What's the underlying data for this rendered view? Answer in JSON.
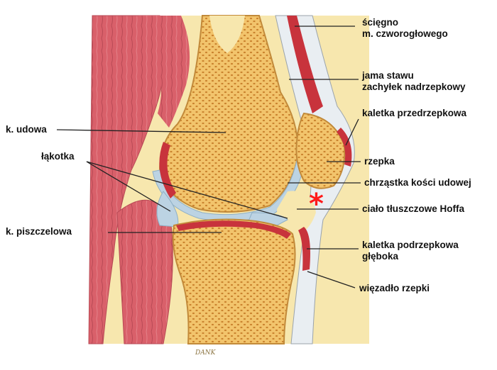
{
  "labels": {
    "tendon_line1": "ścięgno",
    "tendon_line2": "m. czworogłowego",
    "joint_cavity_line1": "jama stawu",
    "joint_cavity_line2": "zachyłek nadrzepkowy",
    "prepatellar_bursa": "kaletka przedrzepkowa",
    "femur": "k. udowa",
    "meniscus": "łąkotka",
    "patella": "rzepka",
    "femoral_cartilage": "chrząstka kości udowej",
    "hoffa_fat_pad": "ciało tłuszczowe Hoffa",
    "tibia": "k. piszczelowa",
    "deep_infrapatellar_bursa_line1": "kaletka podrzepkowa",
    "deep_infrapatellar_bursa_line2": "głęboka",
    "patellar_ligament": "więzadło rzepki"
  },
  "marker": "*",
  "signature": "DANK",
  "colors": {
    "bone": "#f2c46c",
    "bone_dots": "#c9822e",
    "cartilage": "#bcd3e3",
    "fat": "#f7e7ae",
    "muscle": "#d9606a",
    "synovium": "#c8333c",
    "tendon": "#e9eef2",
    "marker": "#ff1a1a"
  }
}
